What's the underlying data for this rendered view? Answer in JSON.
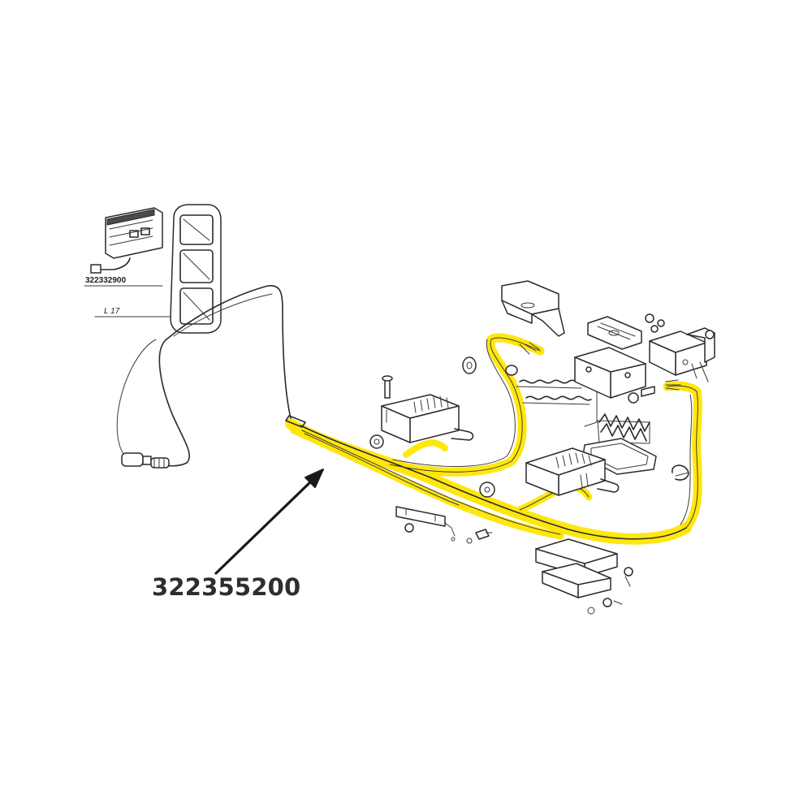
{
  "labels": {
    "main_part_number": "322355200",
    "module_part_number": "322332900",
    "reference": "L 17"
  },
  "colors": {
    "highlight": "#ffe600",
    "ink": "#2a2a2a",
    "background": "#ffffff"
  },
  "icons": {
    "pointer": "arrow-icon"
  }
}
